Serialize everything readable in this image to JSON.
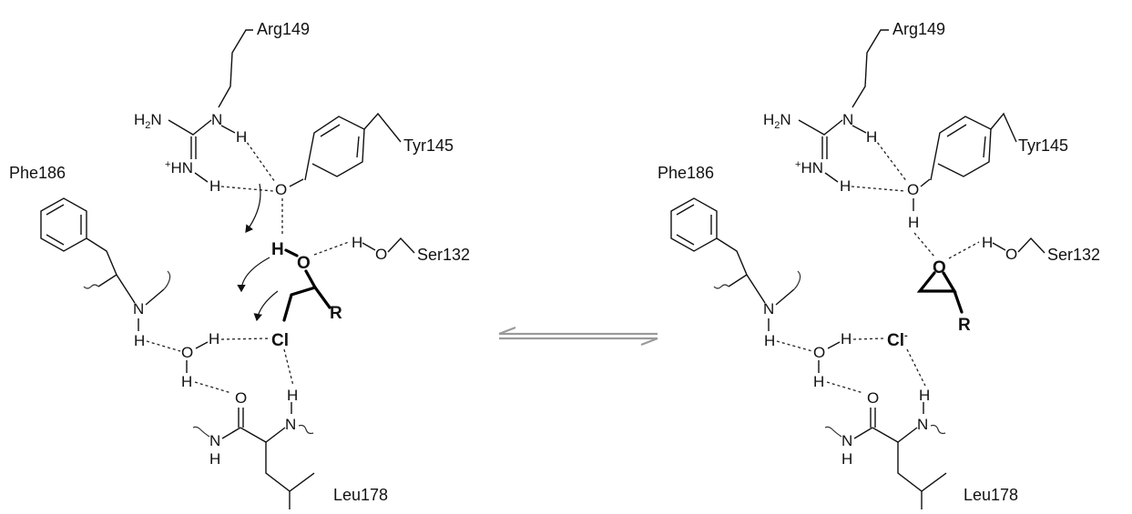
{
  "residues": {
    "arg": "Arg149",
    "tyr": "Tyr145",
    "phe": "Phe186",
    "ser": "Ser132",
    "leu": "Leu178"
  },
  "atoms": {
    "h2n": "H2N",
    "n": "N",
    "h": "H",
    "hn_plus": "+HN",
    "o": "O",
    "cl": "Cl",
    "cl_minus": "Cl-",
    "r": "R"
  },
  "colors": {
    "ink": "#111111",
    "equilibrium_arrow": "#9a9a9a"
  }
}
